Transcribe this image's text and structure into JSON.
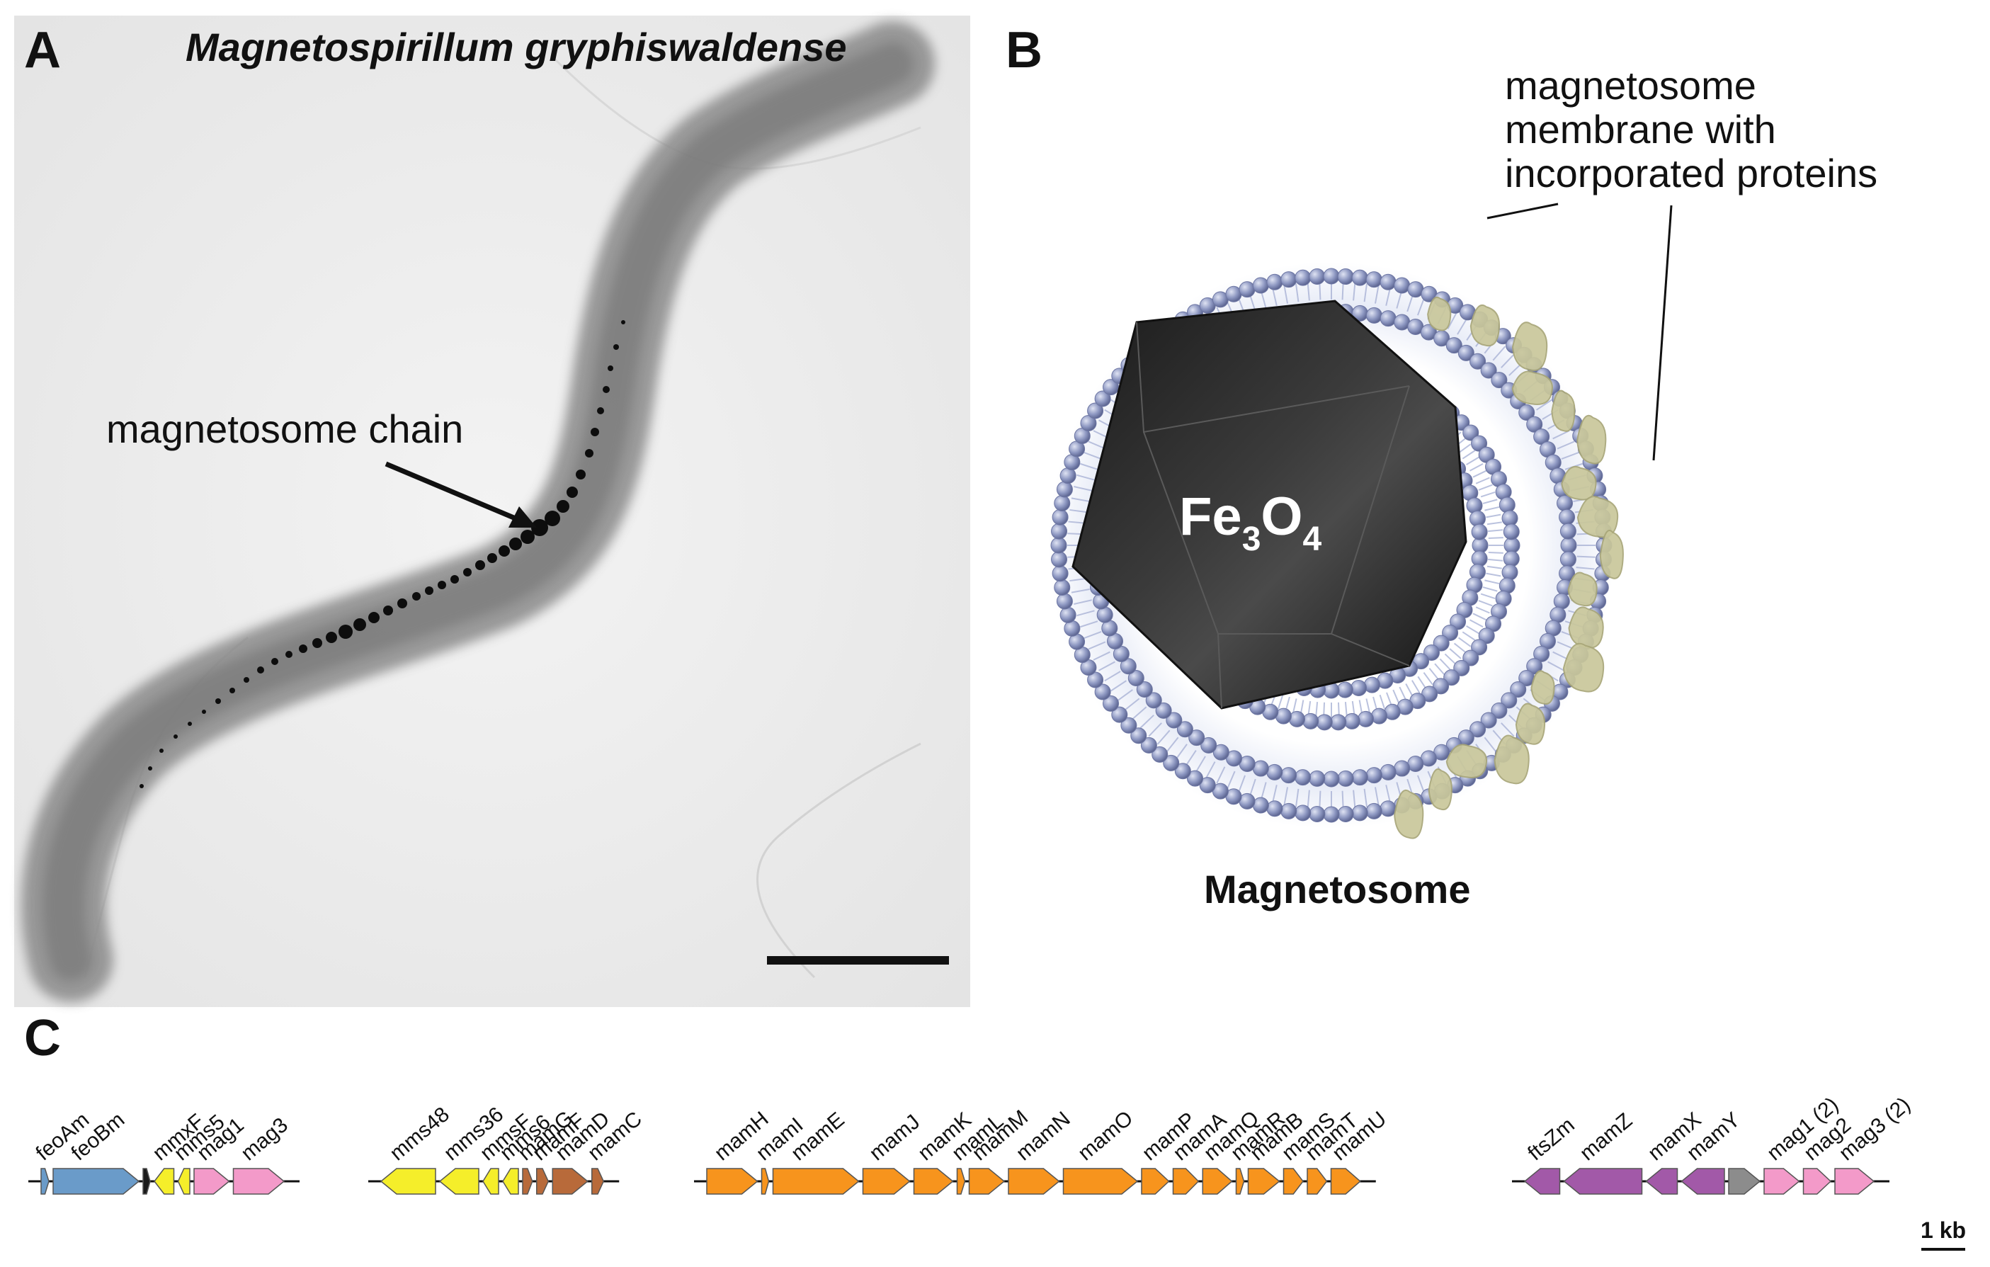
{
  "panel_a": {
    "letter": "A",
    "title": "Magnetospirillum gryphiswaldense",
    "annotation": "magnetosome chain"
  },
  "panel_b": {
    "letter": "B",
    "membrane_label_lines": [
      "magnetosome",
      "membrane with",
      "incorporated proteins"
    ],
    "crystal_formula": {
      "base1": "Fe",
      "sub1": "3",
      "base2": "O",
      "sub2": "4"
    },
    "caption": "Magnetosome",
    "colors": {
      "lipid_head": "#8e98c2",
      "protein": "#c9c79b",
      "crystal": "#2a2a2a"
    }
  },
  "panel_c": {
    "letter": "C",
    "scale_label": "1 kb",
    "colors": {
      "blue": "#6a9bc9",
      "yellow": "#f5ee2a",
      "pink": "#f39ac9",
      "brown": "#b86a3a",
      "orange": "#f7941d",
      "purple": "#a259a8",
      "gray": "#8c8c8c",
      "black": "#1a1a1a"
    },
    "genes": [
      {
        "name": "feoAm",
        "color": "blue",
        "dir": "r",
        "len": 0.2
      },
      {
        "name": "feoBm",
        "color": "blue",
        "dir": "r",
        "len": 2.2
      },
      {
        "name": "",
        "color": "black",
        "dir": "r",
        "len": 0.1
      },
      {
        "name": "mmxF",
        "color": "yellow",
        "dir": "l",
        "len": 0.5
      },
      {
        "name": "mms5",
        "color": "yellow",
        "dir": "l",
        "len": 0.3
      },
      {
        "name": "mag1",
        "color": "pink",
        "dir": "r",
        "len": 0.9
      },
      {
        "name": "mag3",
        "color": "pink",
        "dir": "r",
        "len": 1.3
      },
      {
        "name": "mms48",
        "color": "yellow",
        "dir": "l",
        "len": 1.4
      },
      {
        "name": "mms36",
        "color": "yellow",
        "dir": "l",
        "len": 1.0
      },
      {
        "name": "mmsF",
        "color": "yellow",
        "dir": "l",
        "len": 0.4
      },
      {
        "name": "mms6",
        "color": "yellow",
        "dir": "l",
        "len": 0.4
      },
      {
        "name": "mamG",
        "color": "brown",
        "dir": "r",
        "len": 0.25
      },
      {
        "name": "mamF",
        "color": "brown",
        "dir": "r",
        "len": 0.3
      },
      {
        "name": "mamD",
        "color": "brown",
        "dir": "r",
        "len": 0.9
      },
      {
        "name": "mamC",
        "color": "brown",
        "dir": "r",
        "len": 0.3
      },
      {
        "name": "mamH",
        "color": "orange",
        "dir": "r",
        "len": 1.3
      },
      {
        "name": "mamI",
        "color": "orange",
        "dir": "r",
        "len": 0.15
      },
      {
        "name": "mamE",
        "color": "orange",
        "dir": "r",
        "len": 2.2
      },
      {
        "name": "mamJ",
        "color": "orange",
        "dir": "r",
        "len": 1.2
      },
      {
        "name": "mamK",
        "color": "orange",
        "dir": "r",
        "len": 1.0
      },
      {
        "name": "mamL",
        "color": "orange",
        "dir": "r",
        "len": 0.2
      },
      {
        "name": "mamM",
        "color": "orange",
        "dir": "r",
        "len": 0.9
      },
      {
        "name": "mamN",
        "color": "orange",
        "dir": "r",
        "len": 1.3
      },
      {
        "name": "mamO",
        "color": "orange",
        "dir": "r",
        "len": 1.9
      },
      {
        "name": "mamP",
        "color": "orange",
        "dir": "r",
        "len": 0.7
      },
      {
        "name": "mamA",
        "color": "orange",
        "dir": "r",
        "len": 0.65
      },
      {
        "name": "mamQ",
        "color": "orange",
        "dir": "r",
        "len": 0.75
      },
      {
        "name": "mamR",
        "color": "orange",
        "dir": "r",
        "len": 0.2
      },
      {
        "name": "mamB",
        "color": "orange",
        "dir": "r",
        "len": 0.8
      },
      {
        "name": "mamS",
        "color": "orange",
        "dir": "r",
        "len": 0.5
      },
      {
        "name": "mamT",
        "color": "orange",
        "dir": "r",
        "len": 0.5
      },
      {
        "name": "mamU",
        "color": "orange",
        "dir": "r",
        "len": 0.75
      },
      {
        "name": "ftsZm",
        "color": "purple",
        "dir": "l",
        "len": 0.9
      },
      {
        "name": "mamZ",
        "color": "purple",
        "dir": "l",
        "len": 2.0
      },
      {
        "name": "mamX",
        "color": "purple",
        "dir": "l",
        "len": 0.8
      },
      {
        "name": "mamY",
        "color": "purple",
        "dir": "l",
        "len": 1.1
      },
      {
        "name": "",
        "color": "gray",
        "dir": "r",
        "len": 0.8
      },
      {
        "name": "mag1 (2)",
        "color": "pink",
        "dir": "r",
        "len": 0.9
      },
      {
        "name": "mag2",
        "color": "pink",
        "dir": "r",
        "len": 0.7
      },
      {
        "name": "mag3 (2)",
        "color": "pink",
        "dir": "r",
        "len": 1.0
      }
    ]
  }
}
